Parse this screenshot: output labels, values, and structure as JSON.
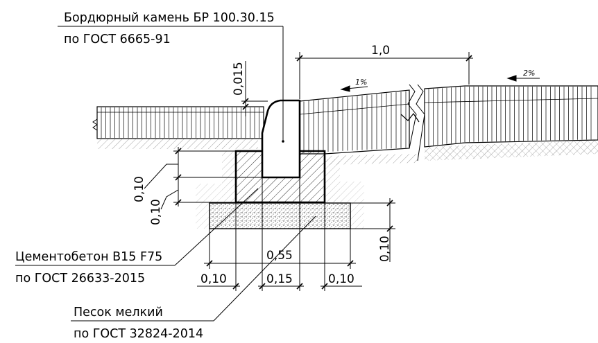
{
  "callouts": {
    "curb_line1": "Бордюрный камень БР 100.30.15",
    "curb_line2": "по ГОСТ 6665-91",
    "concrete_line1": "Цементобетон В15 F75",
    "concrete_line2": "по ГОСТ 26633-2015",
    "sand_line1": "Песок мелкий",
    "sand_line2": "по ГОСТ 32824-2014"
  },
  "dimensions": {
    "top_width": "1,0",
    "curb_reveal": "0,015",
    "slope_1": "1%",
    "slope_2": "2%",
    "layer_1": "0,10",
    "layer_2": "0,10",
    "base_thickness": "0,10",
    "overall_width": "0,55",
    "left_offset": "0,10",
    "middle_width": "0,15",
    "right_offset": "0,10"
  },
  "colors": {
    "line": "#000000",
    "background": "#ffffff"
  }
}
